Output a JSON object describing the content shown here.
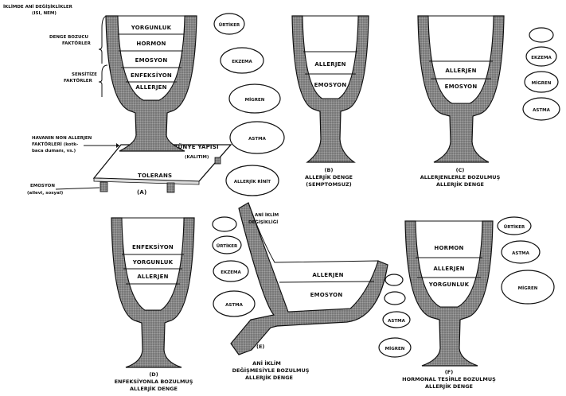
{
  "header": {
    "line1": "İKLİMDE ANİ DEĞİŞİKLİKLER",
    "line2": "(ISI, NEM)"
  },
  "left_labels": {
    "denge_1": "DENGE BOZUCU",
    "denge_2": "FAKTÖRLER",
    "sens_1": "SENSİTİZE",
    "sens_2": "FAKTÖRLER",
    "havanin_1": "HAVANIN NON ALLERJEN",
    "havanin_2": "FAKTÖRLERİ (kotk-",
    "havanin_3": "baca dumanı, vs.)",
    "bunye": "BÜNYE YAPISI",
    "bunye_sub": "(KALITIM)",
    "tolerans": "TOLERANS",
    "emosyon": "EMOSYON",
    "emosyon_sub": "(ailevi, sosyal)"
  },
  "glass_a": {
    "layers": [
      "YORGUNLUK",
      "HORMON",
      "EMOSYON",
      "ENFEKSİYON",
      "ALLERJEN"
    ],
    "caption": "(A)"
  },
  "glass_b": {
    "layers": [
      "ALLERJEN",
      "EMOSYON"
    ],
    "caption_1": "(B)",
    "caption_2": "ALLERJİK DENGE",
    "caption_3": "(SEMPTOMSUZ)"
  },
  "glass_c": {
    "layers": [
      "ALLERJEN",
      "EMOSYON"
    ],
    "caption_1": "(C)",
    "caption_2": "ALLERJENLERLE BOZULMUŞ",
    "caption_3": "ALLERJİK DENGE"
  },
  "glass_d": {
    "layers": [
      "ENFEKSİYON",
      "YORGUNLUK",
      "ALLERJEN"
    ],
    "caption_1": "(D)",
    "caption_2": "ENFEKSİYONLA BOZULMUŞ",
    "caption_3": "ALLERJİK DENGE"
  },
  "glass_e": {
    "layers": [
      "ALLERJEN",
      "EMOSYON"
    ],
    "top_1": "ANİ İKLİM",
    "top_2": "DEĞİŞİKLİĞİ",
    "caption_1": "(E)",
    "caption_2": "ANİ İKLİM",
    "caption_3": "DEĞİŞMESİYLE BOZULMUŞ",
    "caption_4": "ALLERJİK DENGE"
  },
  "glass_f": {
    "layers": [
      "HORMON",
      "ALLERJEN",
      "YORGUNLUK"
    ],
    "caption_1": "(F)",
    "caption_2": "HORMONAL TESİRLE BOZULMUŞ",
    "caption_3": "ALLERJİK DENGE"
  },
  "ovals_a": [
    "ÜRTİKER",
    "EKZEMA",
    "MİGREN",
    "ASTMA",
    "ALLERJİK RİNİT"
  ],
  "ovals_c": [
    "",
    "EKZEMA",
    "MİGREN",
    "ASTMA"
  ],
  "ovals_d": [
    "",
    "ÜRTİKER",
    "EKZEMA",
    "ASTMA"
  ],
  "ovals_e": [
    "",
    "",
    "ASTMA",
    "MİGREN"
  ],
  "ovals_f": [
    "ÜRTİKER",
    "ASTMA",
    "MİGREN"
  ]
}
